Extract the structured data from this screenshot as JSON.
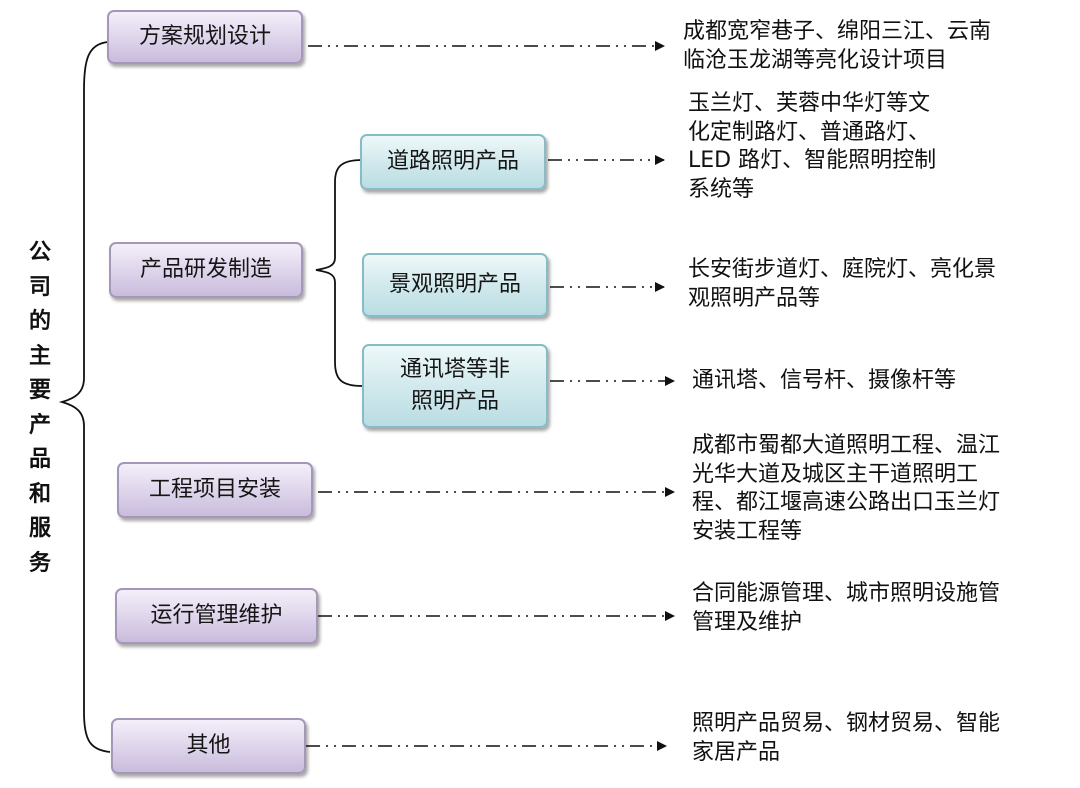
{
  "root": {
    "chars": [
      "公",
      "司",
      "的",
      "主",
      "要",
      "产",
      "品",
      "和",
      "服",
      "务"
    ]
  },
  "categories": {
    "design": "方案规划设计",
    "product": "产品研发制造",
    "engineering": "工程项目安装",
    "operation": "运行管理维护",
    "other": "其他"
  },
  "products": {
    "road": "道路照明产品",
    "landscape": "景观照明产品",
    "tower": [
      "通讯塔等非",
      "照明产品"
    ]
  },
  "descriptions": {
    "design": [
      "成都宽窄巷子、绵阳三江、云南",
      "临沧玉龙湖等亮化设计项目"
    ],
    "road": [
      "玉兰灯、芙蓉中华灯等文",
      "化定制路灯、普通路灯、",
      "LED 路灯、智能照明控制",
      "系统等"
    ],
    "landscape": [
      "长安街步道灯、庭院灯、亮化景",
      "观照明产品等"
    ],
    "tower": [
      "通讯塔、信号杆、摄像杆等"
    ],
    "engineering": [
      "成都市蜀都大道照明工程、温江",
      "光华大道及城区主干道照明工",
      "程、都江堰高速公路出口玉兰灯",
      "安装工程等"
    ],
    "operation": [
      "合同能源管理、城市照明设施管",
      "管理及维护"
    ],
    "other": [
      "照明产品贸易、钢材贸易、智能",
      "家居产品"
    ]
  },
  "colors": {
    "primary_box": "#ddd3ea",
    "secondary_box": "#cfe8ec",
    "line": "#111111"
  }
}
